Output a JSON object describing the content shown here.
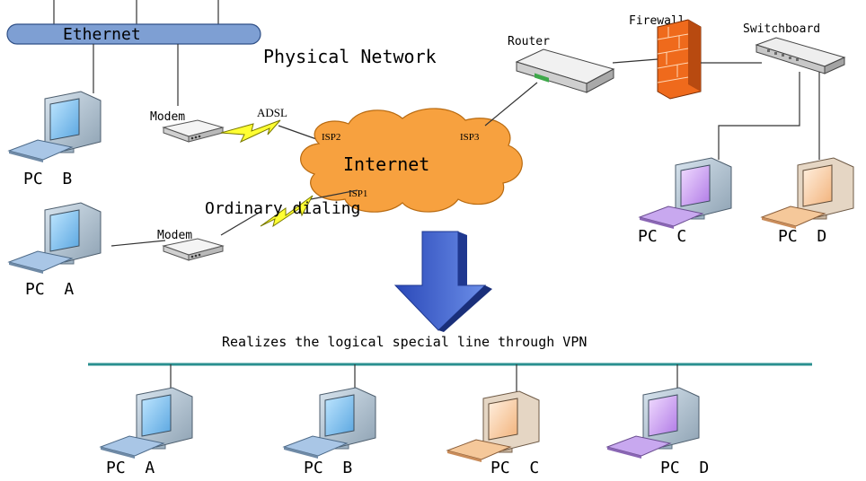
{
  "top": {
    "ethernet_label": "Ethernet",
    "title": "Physical Network",
    "router_label": "Router",
    "firewall_label": "Firewall",
    "switchboard_label": "Switchboard",
    "internet_label": "Internet",
    "adsl_label": "ADSL",
    "modem_b_label": "Modem",
    "modem_a_label": "Modem",
    "isp1": "ISP1",
    "isp2": "ISP2",
    "isp3": "ISP3",
    "dialing_label": "Ordinary dialing",
    "pc_b": "PC  B",
    "pc_a": "PC  A",
    "pc_c": "PC  C",
    "pc_d": "PC  D"
  },
  "bottom": {
    "vpn_caption": "Realizes the logical special line through VPN",
    "pcs": [
      "PC  A",
      "PC  B",
      "PC  C",
      "PC  D"
    ]
  },
  "colors": {
    "ethernet_bar": "#7e9fd3",
    "internet_cloud": "#f7a13f",
    "arrow": "#3c5ec9",
    "lightning": "#ffff33",
    "firewall": "#ef6a1c",
    "vpn_line": "#2a8f8f"
  }
}
